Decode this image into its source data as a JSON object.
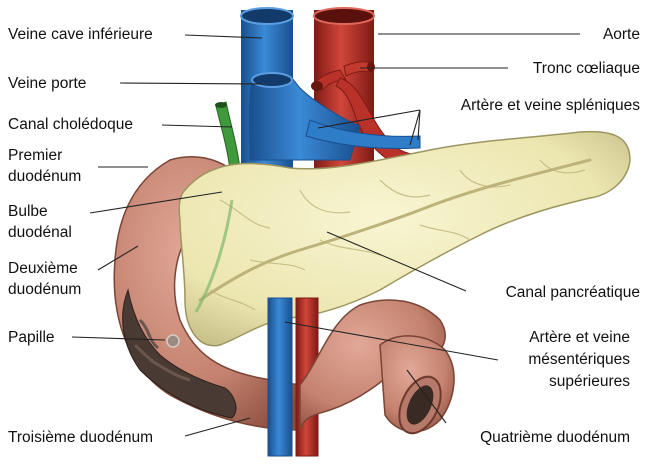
{
  "colors": {
    "vein": "#2b78c8",
    "vein_dark": "#1a4f8e",
    "artery": "#c0322a",
    "artery_dark": "#7f1a15",
    "bile_duct": "#3e9a3a",
    "pancreas": "#efeab8",
    "pancreas_edge": "#9c9560",
    "duodenum": "#c98a78",
    "duodenum_dark": "#7a4436",
    "lumen": "#4a3a34"
  },
  "labels": {
    "veine_cave": "Veine cave inférieure",
    "aorte": "Aorte",
    "veine_porte": "Veine porte",
    "tronc_coeliaque": "Tronc cœliaque",
    "canal_choledoque": "Canal cholédoque",
    "arteres_spleniques": "Artère et veine spléniques",
    "premier_duodenum_1": "Premier",
    "premier_duodenum_2": "duodénum",
    "bulbe_1": "Bulbe",
    "bulbe_2": "duodénal",
    "deuxieme_1": "Deuxième",
    "deuxieme_2": "duodénum",
    "canal_pancreatique": "Canal pancréatique",
    "papille": "Papille",
    "mesenteriques_1": "Artère et veine",
    "mesenteriques_2": "mésentériques",
    "mesenteriques_3": "supérieures",
    "troisieme": "Troisième duodénum",
    "quatrieme": "Quatrième duodénum"
  }
}
